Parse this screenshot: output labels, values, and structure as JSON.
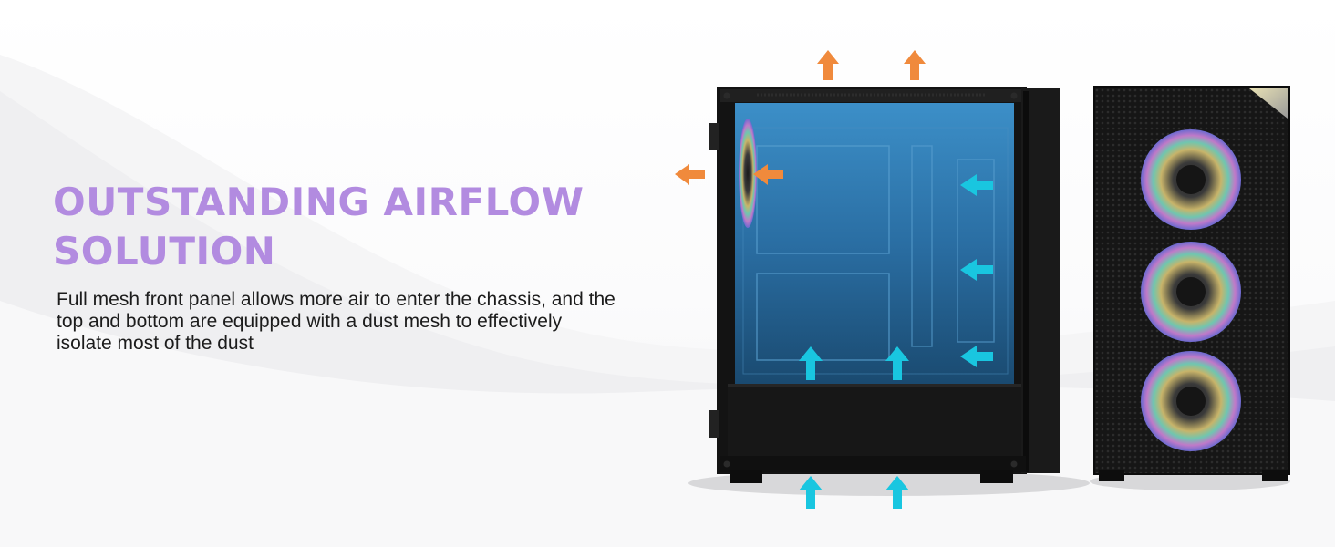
{
  "headline": {
    "line1": "OUTSTANDING AIRFLOW",
    "line2": "SOLUTION"
  },
  "description": "Full mesh front panel allows more air to enter the chassis, and the top and bottom are equipped with a dust mesh to effectively isolate most of the dust",
  "colors": {
    "headline": "#b28be0",
    "intake_arrow": "#19c6e0",
    "exhaust_arrow": "#f08a3c",
    "case_body": "#141414",
    "interior_glow": "#2f7fb8"
  },
  "icons": {
    "intake": "arrow-up-icon / arrow-left-icon",
    "exhaust": "arrow-up-icon / arrow-left-icon"
  }
}
